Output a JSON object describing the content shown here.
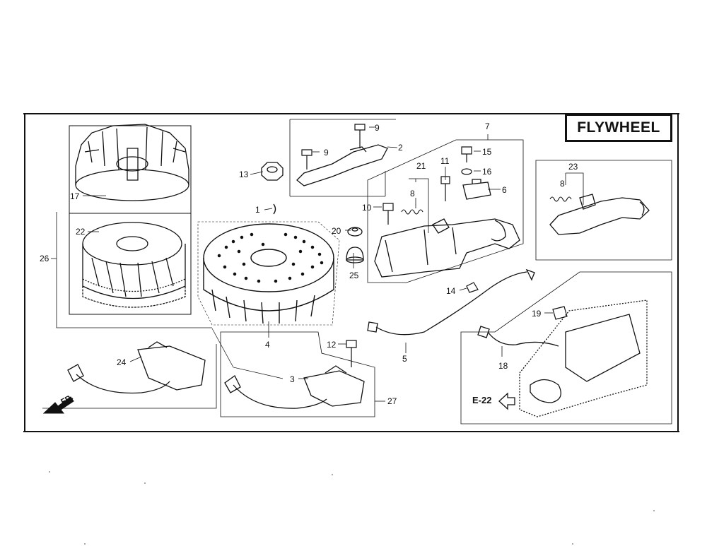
{
  "title": "FLYWHEEL",
  "page_ref": "E-22",
  "direction_label": "FR.",
  "callouts": {
    "c1": "1",
    "c2": "2",
    "c3": "3",
    "c4": "4",
    "c5": "5",
    "c6": "6",
    "c7": "7",
    "c8": "8",
    "c8b": "8",
    "c9": "9",
    "c9b": "9",
    "c10": "10",
    "c11": "11",
    "c12": "12",
    "c13": "13",
    "c14": "14",
    "c15": "15",
    "c16": "16",
    "c17": "17",
    "c18": "18",
    "c19": "19",
    "c20": "20",
    "c21": "21",
    "c22": "22",
    "c23": "23",
    "c24": "24",
    "c25": "25",
    "c26": "26",
    "c27": "27"
  },
  "icons": {
    "direction_arrow": "arrow-down-left-icon",
    "ref_arrow": "outline-arrow-left-icon"
  }
}
